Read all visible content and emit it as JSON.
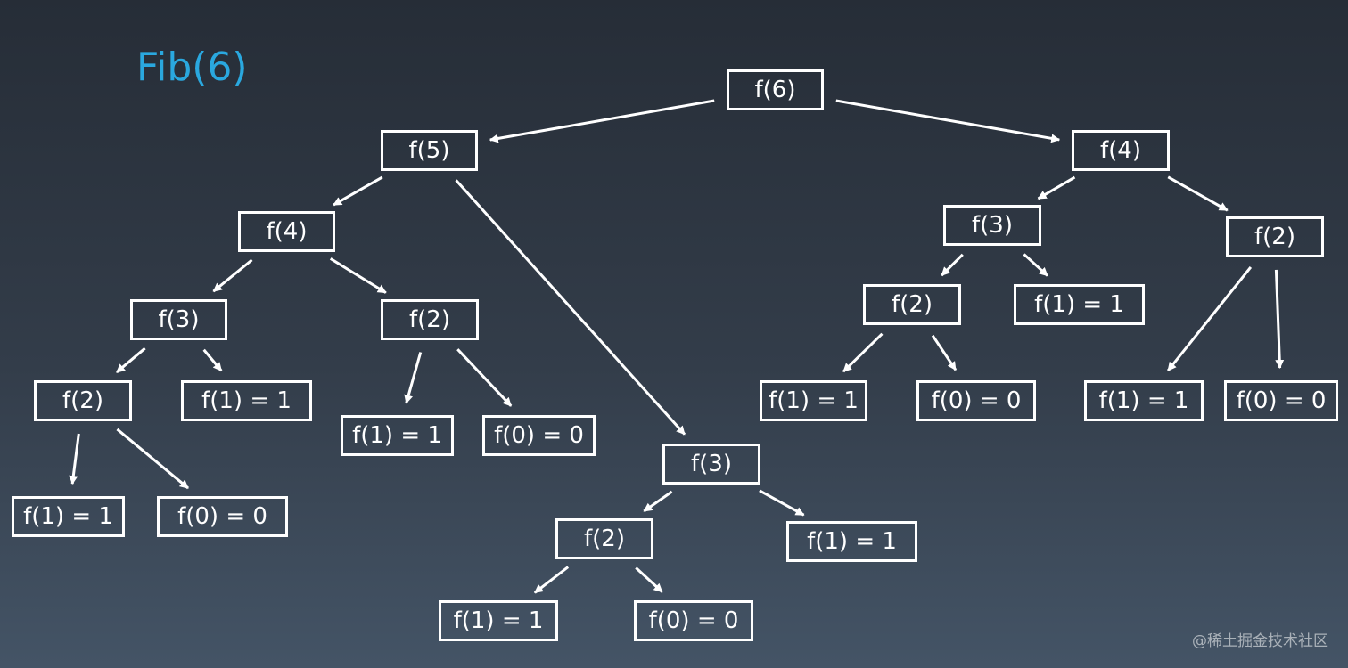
{
  "title": "Fib(6)",
  "watermark": "@稀土掘金技术社区",
  "colors": {
    "title": "#2aa8df",
    "node": "#ffffff",
    "edge": "#ffffff"
  },
  "nodes": [
    {
      "id": "n1",
      "label": "f(6)"
    },
    {
      "id": "n2",
      "label": "f(5)"
    },
    {
      "id": "n3",
      "label": "f(4)"
    },
    {
      "id": "n4",
      "label": "f(4)"
    },
    {
      "id": "n5",
      "label": "f(3)"
    },
    {
      "id": "n6",
      "label": "f(2)"
    },
    {
      "id": "n7",
      "label": "f(3)"
    },
    {
      "id": "n8",
      "label": "f(2)"
    },
    {
      "id": "n9",
      "label": "f(1) = 1"
    },
    {
      "id": "n10",
      "label": "f(1) = 1"
    },
    {
      "id": "n11",
      "label": "f(0) = 0"
    },
    {
      "id": "n12",
      "label": "f(1) = 1"
    },
    {
      "id": "n13",
      "label": "f(0) = 0"
    },
    {
      "id": "n14",
      "label": "f(3)"
    },
    {
      "id": "n15",
      "label": "f(2)"
    },
    {
      "id": "n16",
      "label": "f(1) = 1"
    },
    {
      "id": "n17",
      "label": "f(1) = 1"
    },
    {
      "id": "n18",
      "label": "f(0) = 0"
    },
    {
      "id": "n19",
      "label": "f(2)"
    },
    {
      "id": "n20",
      "label": "f(2)"
    },
    {
      "id": "n21",
      "label": "f(1) = 1"
    },
    {
      "id": "n22",
      "label": "f(1) = 1"
    },
    {
      "id": "n23",
      "label": "f(0) = 0"
    },
    {
      "id": "n24",
      "label": "f(1) = 1"
    },
    {
      "id": "n25",
      "label": "f(0) = 0"
    }
  ],
  "edges": [
    {
      "from": "n1",
      "to": "n2"
    },
    {
      "from": "n1",
      "to": "n3"
    },
    {
      "from": "n2",
      "to": "n4"
    },
    {
      "from": "n2",
      "to": "n14"
    },
    {
      "from": "n4",
      "to": "n5"
    },
    {
      "from": "n4",
      "to": "n6"
    },
    {
      "from": "n5",
      "to": "n8"
    },
    {
      "from": "n5",
      "to": "n9"
    },
    {
      "from": "n8",
      "to": "n12"
    },
    {
      "from": "n8",
      "to": "n13"
    },
    {
      "from": "n6",
      "to": "n10"
    },
    {
      "from": "n6",
      "to": "n11"
    },
    {
      "from": "n14",
      "to": "n15"
    },
    {
      "from": "n14",
      "to": "n16"
    },
    {
      "from": "n15",
      "to": "n17"
    },
    {
      "from": "n15",
      "to": "n18"
    },
    {
      "from": "n3",
      "to": "n7"
    },
    {
      "from": "n3",
      "to": "n19"
    },
    {
      "from": "n7",
      "to": "n20"
    },
    {
      "from": "n7",
      "to": "n21"
    },
    {
      "from": "n20",
      "to": "n22"
    },
    {
      "from": "n20",
      "to": "n23"
    },
    {
      "from": "n19",
      "to": "n24"
    },
    {
      "from": "n19",
      "to": "n25"
    }
  ]
}
